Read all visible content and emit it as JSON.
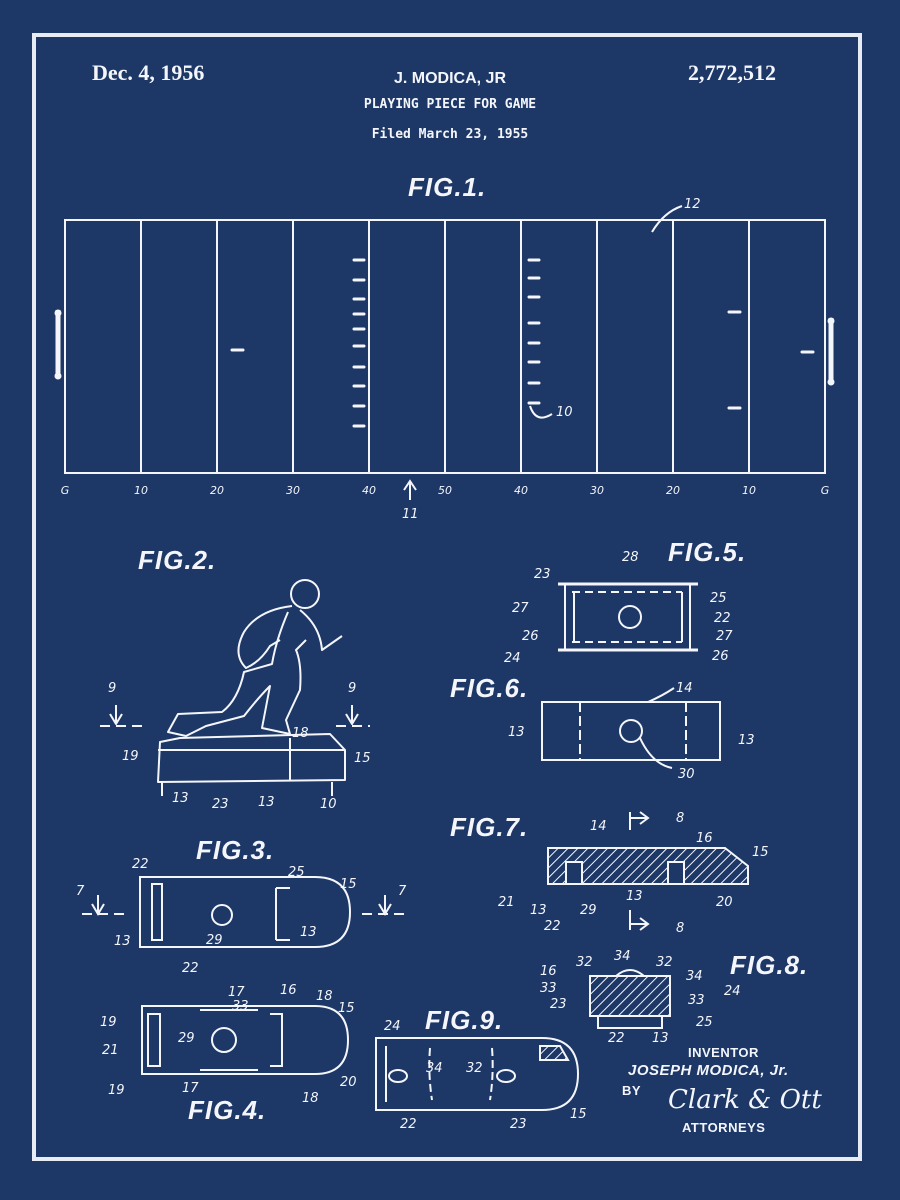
{
  "header": {
    "date": "Dec. 4, 1956",
    "inventor": "J. MODICA, JR",
    "title": "PLAYING PIECE FOR GAME",
    "filed": "Filed March 23, 1955",
    "patent_number": "2,772,512"
  },
  "figures": {
    "fig1": "FIG.1.",
    "fig2": "FIG.2.",
    "fig3": "FIG.3.",
    "fig4": "FIG.4.",
    "fig5": "FIG.5.",
    "fig6": "FIG.6.",
    "fig7": "FIG.7.",
    "fig8": "FIG.8.",
    "fig9": "FIG.9."
  },
  "field": {
    "ref_field": "12",
    "ref_piece": "10",
    "ref_line": "11",
    "yard_labels": [
      "G",
      "10",
      "20",
      "30",
      "40",
      "50",
      "40",
      "30",
      "20",
      "10",
      "G"
    ]
  },
  "refs": {
    "fig2": [
      "9",
      "9",
      "19",
      "18",
      "15",
      "13",
      "23",
      "13",
      "10"
    ],
    "fig3": [
      "22",
      "25",
      "15",
      "7",
      "7",
      "13",
      "29",
      "13",
      "22"
    ],
    "fig4": [
      "19",
      "17",
      "33",
      "16",
      "18",
      "15",
      "21",
      "29",
      "19",
      "17",
      "18",
      "20"
    ],
    "fig5": [
      "23",
      "28",
      "25",
      "27",
      "22",
      "26",
      "27",
      "24",
      "26"
    ],
    "fig6": [
      "14",
      "13",
      "13",
      "30"
    ],
    "fig7": [
      "8",
      "14",
      "16",
      "15",
      "21",
      "13",
      "29",
      "13",
      "20",
      "22",
      "8"
    ],
    "fig8": [
      "32",
      "34",
      "32",
      "16",
      "34",
      "33",
      "24",
      "23",
      "33",
      "25",
      "22",
      "13"
    ],
    "fig9": [
      "24",
      "34",
      "32",
      "22",
      "23",
      "15"
    ]
  },
  "credits": {
    "inventor_label": "INVENTOR",
    "inventor_name": "JOSEPH MODICA, Jr.",
    "by_label": "BY",
    "signature": "Clark & Ott",
    "attorneys_label": "ATTORNEYS"
  },
  "colors": {
    "background": "#1d3766",
    "ink": "#f4f6fb"
  }
}
